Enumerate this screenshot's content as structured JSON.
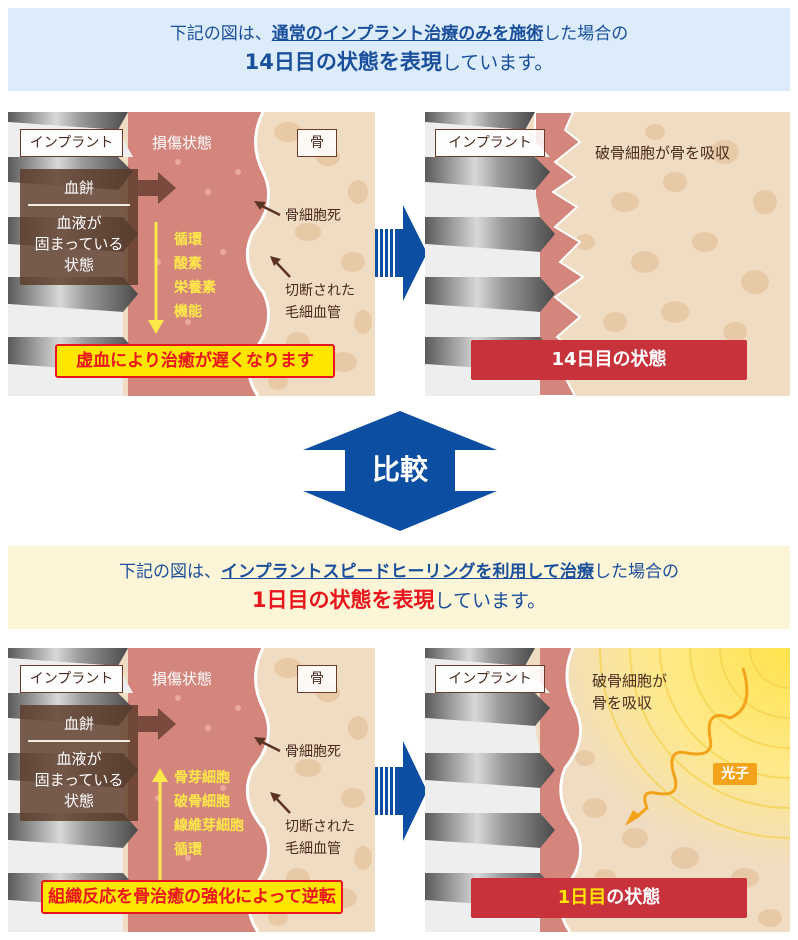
{
  "top_caption": {
    "prefix": "下記の図は、",
    "highlight": "通常のインプラント治療のみを施術",
    "suffix": "した場合の",
    "line2_emph": "14日目の状態を表現",
    "line2_rest": "しています。"
  },
  "bottom_caption": {
    "prefix": "下記の図は、",
    "highlight": "インプラントスピードヒーリングを利用して治療",
    "suffix": "した場合の",
    "line2_emph": "1日目の状態を表現",
    "line2_rest": "しています。"
  },
  "compare": {
    "label": "比較"
  },
  "conventional_before": {
    "implant_tag": "インプラント",
    "damage_label": "損傷状態",
    "bone_tag": "骨",
    "clot_title": "血餅",
    "clot_desc": [
      "血液が",
      "固まっている",
      "状態"
    ],
    "flow_items": [
      "循環",
      "酸素",
      "栄養素",
      "機能"
    ],
    "flow_direction": "down",
    "callout_1": "骨細胞死",
    "callout_2": [
      "切断された",
      "毛細血管"
    ],
    "warning": "虚血により治癒が遅くなります"
  },
  "conventional_after": {
    "implant_tag": "インプラント",
    "note": "破骨細胞が骨を吸収",
    "state_label": "14日目の状態"
  },
  "healing_before": {
    "implant_tag": "インプラント",
    "damage_label": "損傷状態",
    "bone_tag": "骨",
    "clot_title": "血餅",
    "clot_desc": [
      "血液が",
      "固まっている",
      "状態"
    ],
    "flow_items": [
      "骨芽細胞",
      "破骨細胞",
      "線維芽細胞",
      "循環"
    ],
    "flow_direction": "up",
    "callout_1": "骨細胞死",
    "callout_2": [
      "切断された",
      "毛細血管"
    ],
    "warning": "組織反応を骨治癒の強化によって逆転"
  },
  "healing_after": {
    "implant_tag": "インプラント",
    "note": [
      "破骨細胞が",
      "骨を吸収"
    ],
    "photon_label": "光子",
    "state_label_emph": "1日目",
    "state_label_rest": "の状態"
  },
  "colors": {
    "brand_blue": "#0b4ea2",
    "caption_blue_bg": "#dcecfb",
    "caption_yellow_bg": "#fdf5d7",
    "tissue": "#d4857c",
    "bone": "#f0dcc2",
    "state_red": "#c8323a",
    "warning_yellow": "#ffe600",
    "warning_red": "#e8161c",
    "photon_orange": "#f3a31a"
  }
}
